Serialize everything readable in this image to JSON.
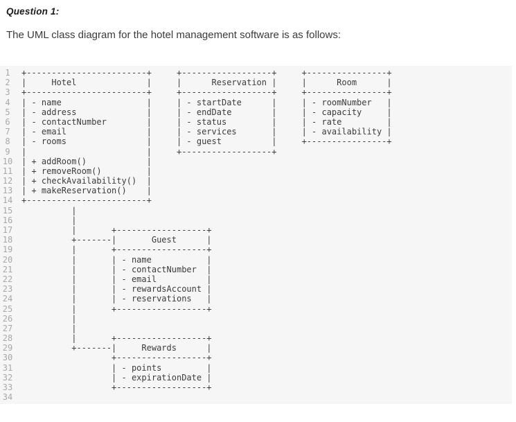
{
  "header": {
    "question_label": "Question 1:",
    "intro_text": "The UML class diagram for the hotel management software is as follows:"
  },
  "code": {
    "line_count": 34,
    "lines": [
      "+------------------------+     +------------------+     +----------------+",
      "|     Hotel              |     |      Reservation |     |      Room      |",
      "+------------------------+     +------------------+     +----------------+",
      "| - name                 |     | - startDate      |     | - roomNumber   |",
      "| - address              |     | - endDate        |     | - capacity     |",
      "| - contactNumber        |     | - status         |     | - rate         |",
      "| - email                |     | - services       |     | - availability |",
      "| - rooms                |     | - guest          |     +----------------+",
      "|                        |     +------------------+",
      "| + addRoom()            |",
      "| + removeRoom()         |",
      "| + checkAvailability()  |",
      "| + makeReservation()    |",
      "+------------------------+",
      "          |",
      "          |",
      "          |       +------------------+",
      "          +-------|       Guest      |",
      "          |       +------------------+",
      "          |       | - name           |",
      "          |       | - contactNumber  |",
      "          |       | - email          |",
      "          |       | - rewardsAccount |",
      "          |       | - reservations   |",
      "          |       +------------------+",
      "          |",
      "          |",
      "          |       +------------------+",
      "          +-------|     Rewards      |",
      "                  +------------------+",
      "                  | - points         |",
      "                  | - expirationDate |",
      "                  +------------------+",
      ""
    ]
  },
  "diagram": {
    "classes": [
      {
        "name": "Hotel",
        "attributes": [
          "- name",
          "- address",
          "- contactNumber",
          "- email",
          "- rooms"
        ],
        "methods": [
          "+ addRoom()",
          "+ removeRoom()",
          "+ checkAvailability()",
          "+ makeReservation()"
        ]
      },
      {
        "name": "Reservation",
        "attributes": [
          "- startDate",
          "- endDate",
          "- status",
          "- services",
          "- guest"
        ],
        "methods": []
      },
      {
        "name": "Room",
        "attributes": [
          "- roomNumber",
          "- capacity",
          "- rate",
          "- availability"
        ],
        "methods": []
      },
      {
        "name": "Guest",
        "attributes": [
          "- name",
          "- contactNumber",
          "- email",
          "- rewardsAccount",
          "- reservations"
        ],
        "methods": []
      },
      {
        "name": "Rewards",
        "attributes": [
          "- points",
          "- expirationDate"
        ],
        "methods": []
      }
    ],
    "connections": [
      "Hotel - Guest",
      "Hotel - Rewards"
    ]
  },
  "colors": {
    "page_background": "#ffffff",
    "code_background": "#f6f6f6",
    "code_text": "#3b3b3b",
    "line_number": "#a8a8a8",
    "heading_text": "#1c1c1c",
    "body_text": "#3a3a3a"
  }
}
